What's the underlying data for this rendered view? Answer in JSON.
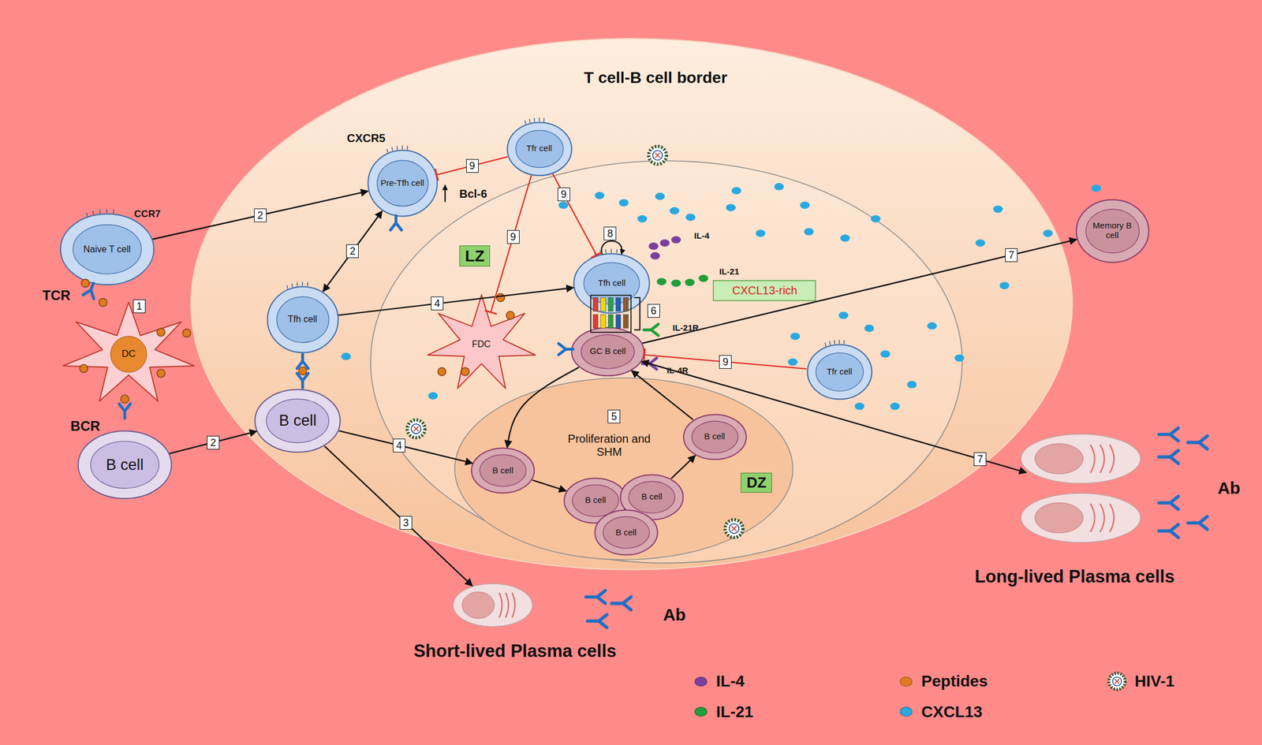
{
  "diagram": {
    "nodes": [
      {
        "text": [
          "T cell-B cell border"
        ]
      },
      {
        "text": [
          "Naive T cell"
        ]
      },
      {
        "text": [
          "DC"
        ]
      },
      {
        "text": [
          "B cell"
        ]
      },
      {
        "text": [
          "Pre-Tfh cell"
        ],
        "in": 0
      },
      {
        "text": [
          "Tfr cell"
        ],
        "in": 0
      },
      {
        "text": [
          "Tfh cell"
        ],
        "in": 0
      },
      {
        "text": [
          "B cell"
        ],
        "in": 0
      },
      {
        "text": [
          "LZ"
        ],
        "in": 0
      },
      {
        "text": [
          "CXCL13-rich"
        ],
        "in": 8
      },
      {
        "text": [
          "Tfh cell"
        ],
        "in": 8
      },
      {
        "text": [
          "FDC"
        ],
        "in": 8
      },
      {
        "text": [
          "GC B cell"
        ],
        "in": 8
      },
      {
        "text": [
          "Tfr cell"
        ],
        "in": 8
      },
      {
        "text": [
          "Proliferation and SHM",
          "DZ"
        ],
        "in": 8
      },
      {
        "text": [
          "B cell"
        ],
        "in": 14
      },
      {
        "text": [
          "B cell"
        ],
        "in": 14
      },
      {
        "text": [
          "B cell"
        ],
        "in": 14
      },
      {
        "text": [
          "B cell"
        ],
        "in": 14
      },
      {
        "text": [
          "B cell"
        ],
        "in": 14
      },
      {
        "text": [
          "Memory B cell"
        ]
      },
      {
        "text": [
          "Short-lived Plasma cells"
        ]
      },
      {
        "text": [
          "Long-lived Plasma cells"
        ]
      }
    ],
    "edges": [
      {
        "from": 1,
        "to": 4,
        "arrow": "to",
        "label": "2"
      },
      {
        "from": 4,
        "to": 6,
        "arrow": "both",
        "label": "2"
      },
      {
        "from": 3,
        "to": 7,
        "arrow": "to",
        "label": "2"
      },
      {
        "from": 7,
        "to": 21,
        "arrow": "to",
        "label": "3"
      },
      {
        "from": 6,
        "to": 10,
        "arrow": "to",
        "label": "4"
      },
      {
        "from": 7,
        "to": 15,
        "arrow": "to",
        "label": "4"
      },
      {
        "from": 12,
        "to": 15,
        "arrow": "to"
      },
      {
        "from": 15,
        "to": 16,
        "arrow": "to"
      },
      {
        "from": 17,
        "to": 19,
        "arrow": "to"
      },
      {
        "from": 19,
        "to": 12,
        "arrow": "to"
      },
      {
        "from": 12,
        "to": 20,
        "arrow": "to",
        "label": "7"
      },
      {
        "from": 12,
        "to": 22,
        "arrow": "both",
        "label": "7"
      },
      {
        "from": 5,
        "to": 4,
        "arrow": "to",
        "label": "9"
      },
      {
        "from": 5,
        "to": 10,
        "arrow": "to",
        "label": "9"
      },
      {
        "from": 5,
        "to": 11,
        "arrow": "to",
        "label": "9"
      },
      {
        "from": 13,
        "to": 12,
        "arrow": "to",
        "label": "9"
      }
    ],
    "labels": [
      "CCR7",
      "TCR",
      "BCR",
      "CXCR5",
      "Bcl-6",
      "IL-4",
      "IL-21",
      "IL-21R",
      "IL-4R",
      "Ab",
      "Ab",
      "1",
      "5",
      "6",
      "8"
    ],
    "legend": [
      {
        "text": "IL-4",
        "color": "#7b3fa0"
      },
      {
        "text": "IL-21",
        "color": "#1f9e3a"
      },
      {
        "text": "Peptides",
        "color": "#e07b1f"
      },
      {
        "text": "CXCL13",
        "color": "#29a8e0"
      },
      {
        "text": "HIV-1"
      }
    ]
  }
}
